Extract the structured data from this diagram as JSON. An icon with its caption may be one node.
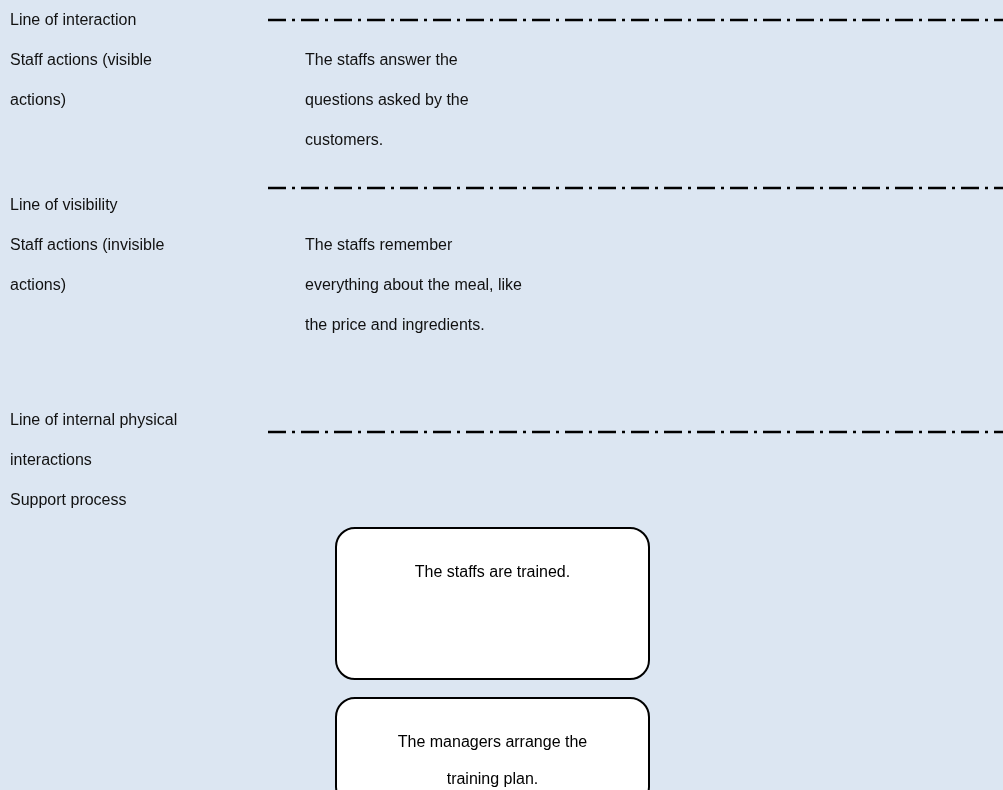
{
  "diagram": {
    "nodes": [
      {
        "text": [
          "The staffs are trained."
        ]
      },
      {
        "text": [
          "The managers arrange the training plan."
        ]
      }
    ],
    "labels": [
      "Line of interaction",
      "Staff actions (visible actions)",
      "The staffs answer the questions asked by the customers.",
      "Line of visibility",
      "Staff actions (invisible actions)",
      "The staffs remember everything about the meal, like the price and ingredients.",
      "Line of internal physical interactions",
      "Support process"
    ]
  }
}
